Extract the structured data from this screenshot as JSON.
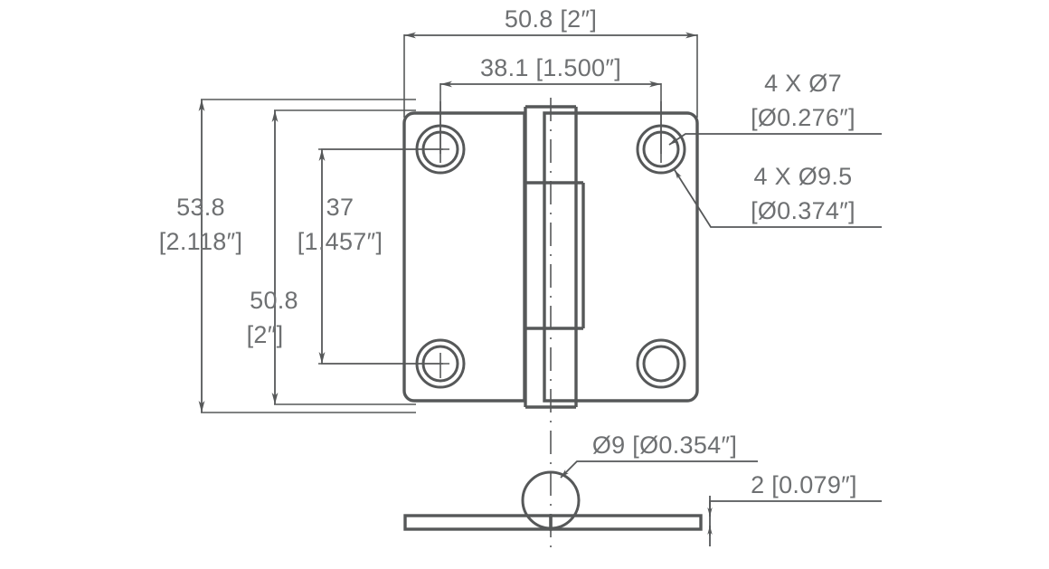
{
  "drawing": {
    "type": "engineering-dimension-drawing",
    "subject": "butt-hinge",
    "line_color": "#565859",
    "text_color": "#6e7072",
    "background_color": "#ffffff",
    "views": [
      {
        "name": "front-view",
        "description": "hinge face view with four countersunk holes and central knuckle"
      },
      {
        "name": "side-view",
        "description": "edge view showing leaf thickness and pin barrel"
      }
    ],
    "dimensions": {
      "overall_width": {
        "line1": "50.8 [2″]",
        "value_mm": 50.8,
        "value_in": "2″"
      },
      "hole_spacing_horizontal": {
        "line1": "38.1 [1.500″]",
        "value_mm": 38.1,
        "value_in": "1.500″"
      },
      "overall_height": {
        "line1": "53.8",
        "line2": "[2.118″]",
        "value_mm": 53.8,
        "value_in": "2.118″"
      },
      "leaf_height": {
        "line1": "50.8",
        "line2": "[2″]",
        "value_mm": 50.8,
        "value_in": "2″"
      },
      "hole_spacing_vertical": {
        "line1": "37",
        "line2": "[1.457″]",
        "value_mm": 37,
        "value_in": "1.457″"
      },
      "pin_diameter": {
        "line1": "Ø9 [Ø0.354″]",
        "value_mm": 9,
        "value_in": "0.354″"
      },
      "leaf_thickness": {
        "line1": "2 [0.079″]",
        "value_mm": 2,
        "value_in": "0.079″"
      }
    },
    "callouts": {
      "through_hole": {
        "line1": "4 X Ø7",
        "line2": "[Ø0.276″]",
        "quantity": 4,
        "diameter_mm": 7,
        "diameter_in": "0.276″"
      },
      "counterbore": {
        "line1": "4 X Ø9.5",
        "line2": "[Ø0.374″]",
        "quantity": 4,
        "diameter_mm": 9.5,
        "diameter_in": "0.374″"
      }
    }
  }
}
